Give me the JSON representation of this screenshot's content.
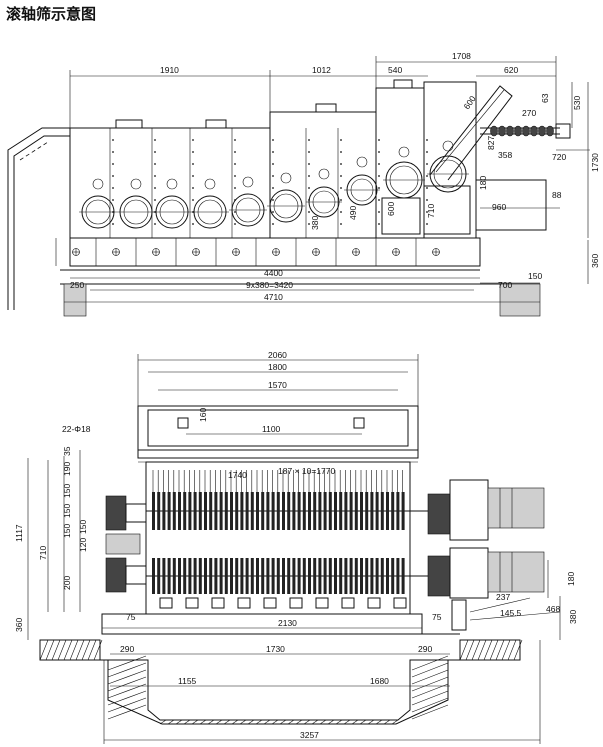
{
  "title": "滚轴筛示意图",
  "top_view": {
    "dims_top": [
      "1910",
      "1012",
      "540",
      "1708",
      "620"
    ],
    "dims_right": [
      "63",
      "530",
      "270",
      "1730",
      "720",
      "358",
      "827",
      "600",
      "88",
      "960",
      "360"
    ],
    "dims_inner": [
      "180",
      "710",
      "600",
      "490",
      "380"
    ],
    "dims_bottom": [
      "4400",
      "150",
      "250",
      "9x380=3420",
      "700",
      "4710"
    ]
  },
  "bottom_view": {
    "dims_top": [
      "2060",
      "1800",
      "1570",
      "1100",
      "160"
    ],
    "dims_left": [
      "22-Φ18",
      "35",
      "190",
      "150",
      "150",
      "150",
      "120",
      "200",
      "150",
      "1117",
      "710",
      "360"
    ],
    "dims_mid": [
      "1740",
      "187 × 10=1770"
    ],
    "dims_right": [
      "180",
      "237",
      "145.5",
      "468",
      "380",
      "75"
    ],
    "dims_bottom": [
      "75",
      "2130",
      "290",
      "1730",
      "290",
      "1155",
      "1680",
      "3257"
    ]
  }
}
